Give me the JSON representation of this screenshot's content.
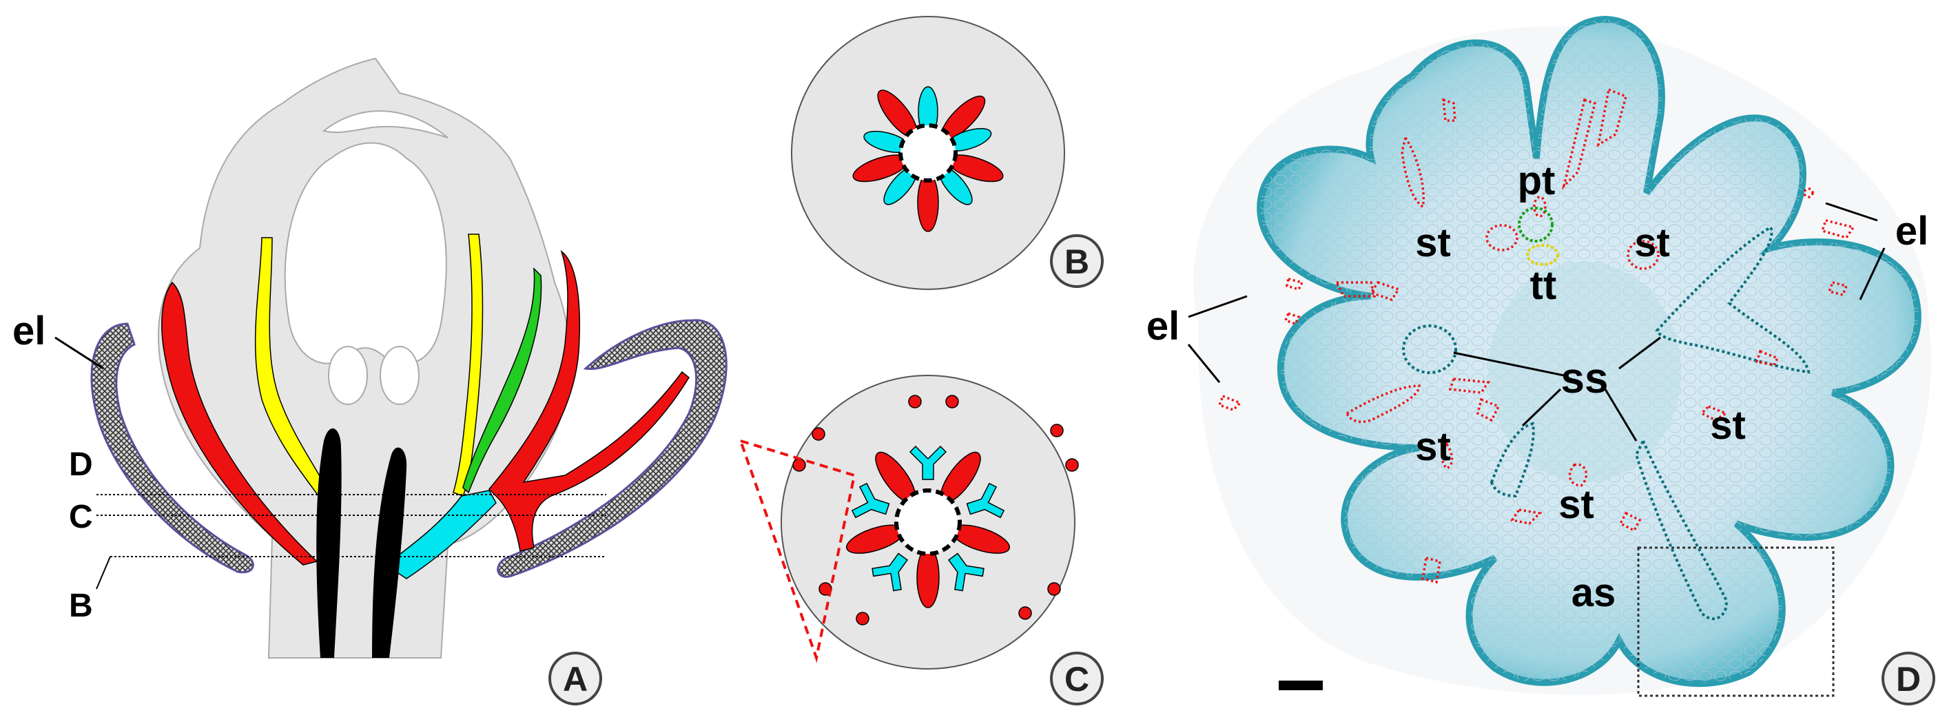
{
  "panels": {
    "A": {
      "letter": "A",
      "labels": {
        "el": "el",
        "D": "D",
        "C": "C",
        "B": "B"
      }
    },
    "B": {
      "letter": "B"
    },
    "C": {
      "letter": "C"
    },
    "D": {
      "letter": "D",
      "labels": {
        "pt": "pt",
        "tt": "tt",
        "ss": "ss",
        "as": "as",
        "el_left": "el",
        "el_right": "el",
        "st_1": "st",
        "st_2": "st",
        "st_3": "st",
        "st_4": "st",
        "st_5": "st"
      }
    }
  },
  "colors": {
    "red": "#ee1111",
    "yellow": "#ffff00",
    "green": "#22cc22",
    "cyan": "#00e5ee",
    "black": "#000000",
    "grey_tissue": "#e6e6e6",
    "hatch_border": "#5a4f9a",
    "stain_blue": "#7cc8d8",
    "stain_teal": "#3aa6b2"
  }
}
